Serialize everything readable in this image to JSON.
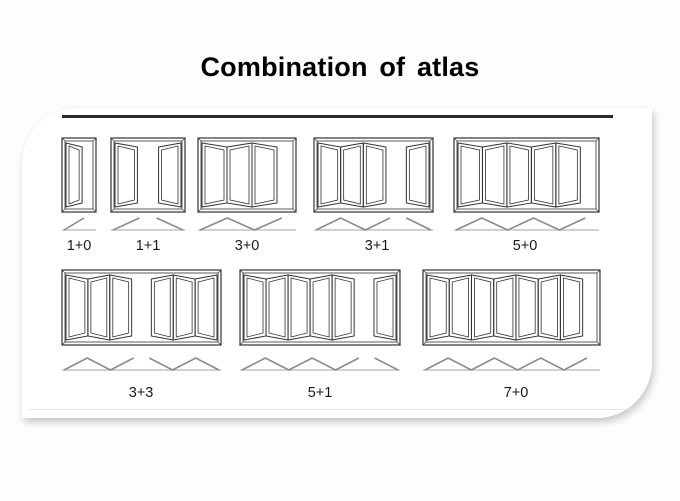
{
  "title": "Combination of atlas",
  "colors": {
    "frame_stroke": "#333333",
    "fold_line": "#8a8a8a",
    "rule": "#2a2a2a",
    "card_bg": "#ffffff",
    "page_bg": "#fdfdfd"
  },
  "rows": [
    {
      "configs": [
        {
          "label": "1+0",
          "left_panels": 1,
          "right_panels": 0
        },
        {
          "label": "1+1",
          "left_panels": 1,
          "right_panels": 1
        },
        {
          "label": "3+0",
          "left_panels": 3,
          "right_panels": 0
        },
        {
          "label": "3+1",
          "left_panels": 3,
          "right_panels": 1
        },
        {
          "label": "5+0",
          "left_panels": 5,
          "right_panels": 0
        }
      ]
    },
    {
      "configs": [
        {
          "label": "3+3",
          "left_panels": 3,
          "right_panels": 3
        },
        {
          "label": "5+1",
          "left_panels": 5,
          "right_panels": 1
        },
        {
          "label": "7+0",
          "left_panels": 7,
          "right_panels": 0
        }
      ]
    }
  ]
}
